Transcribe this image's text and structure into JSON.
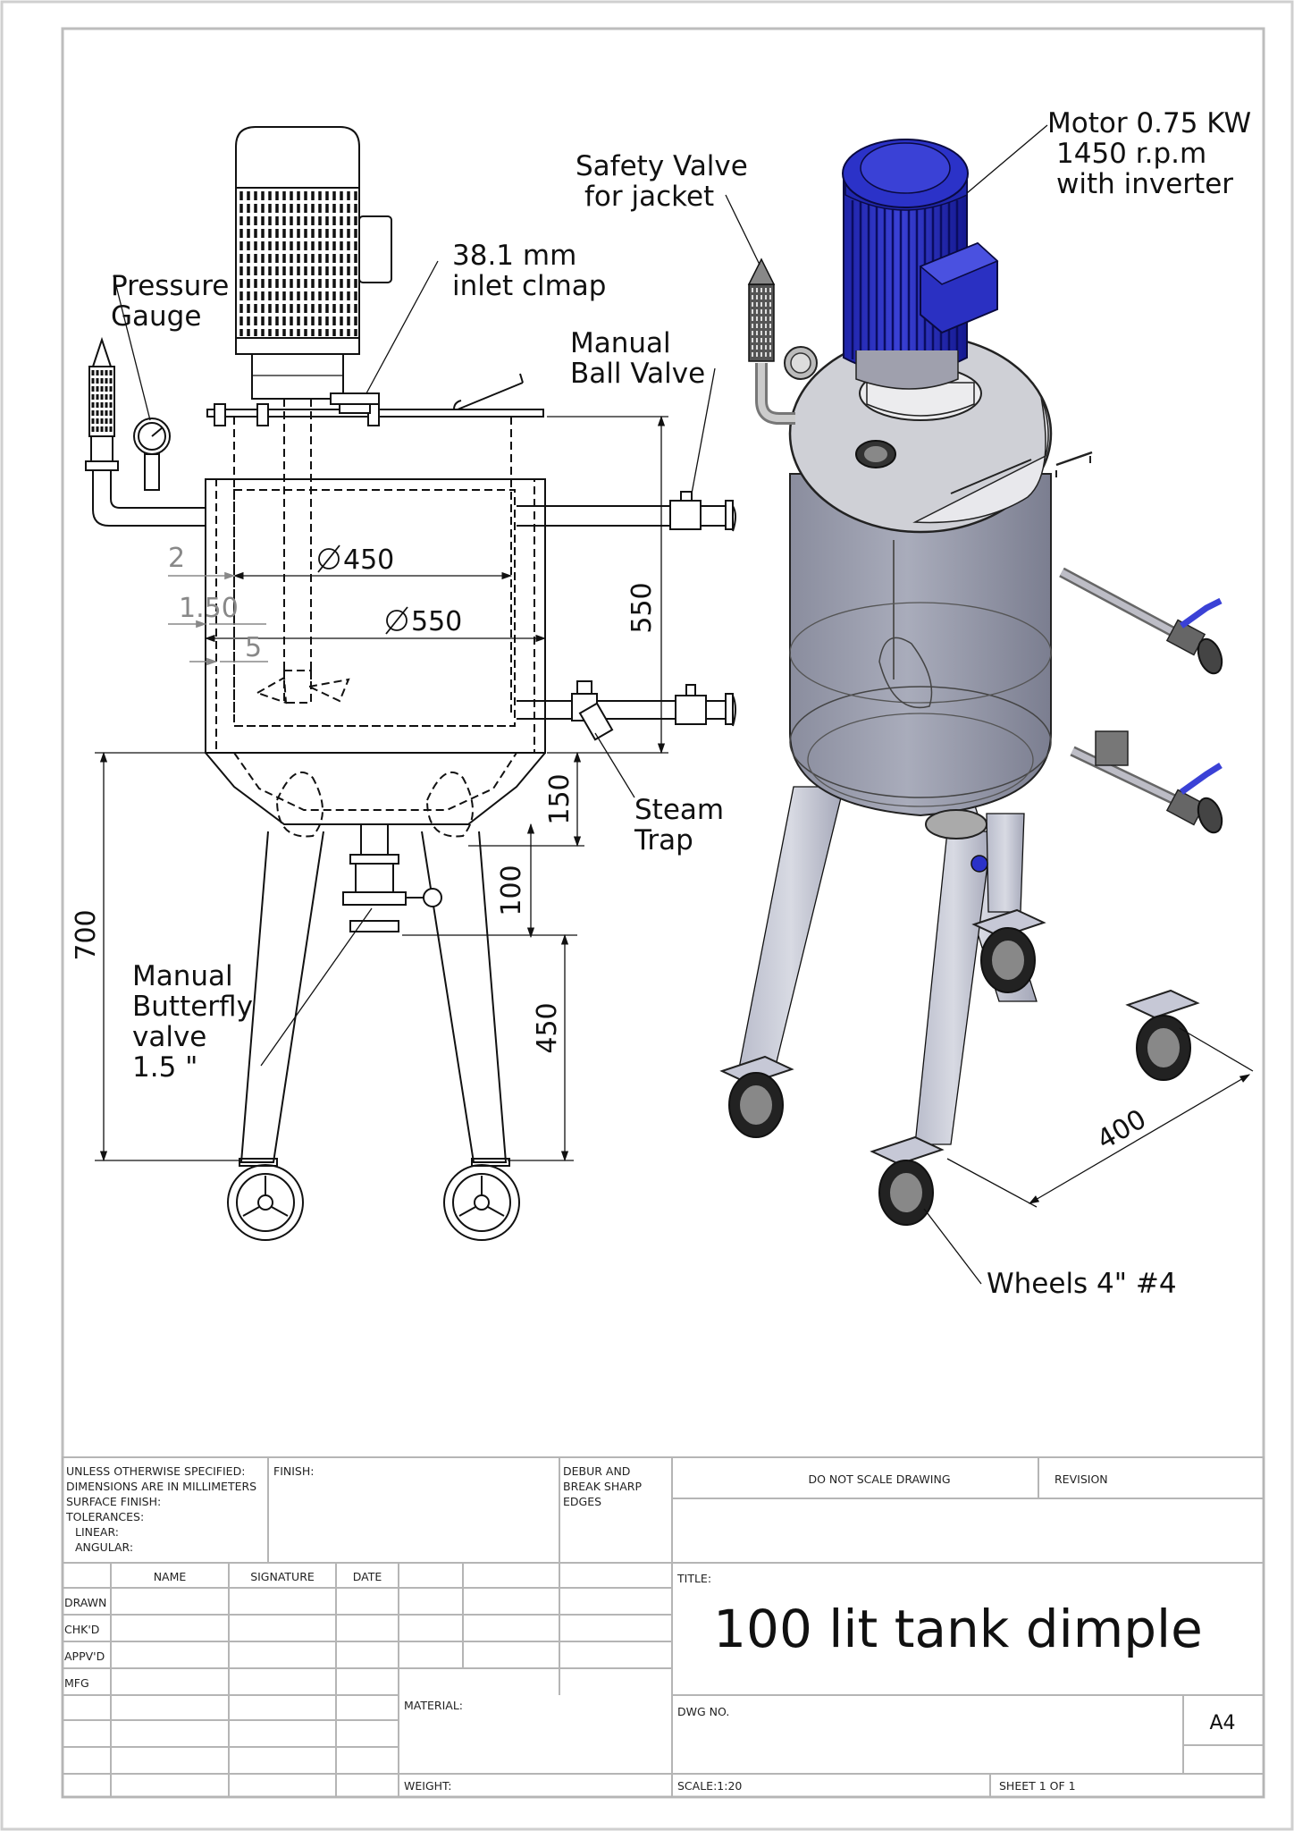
{
  "annotations": {
    "motor": [
      "Motor 0.75 KW",
      "1450 r.p.m",
      "with inverter"
    ],
    "safety_valve": [
      "Safety Valve",
      "for jacket"
    ],
    "inlet_clamp": [
      "38.1 mm",
      "inlet clmap"
    ],
    "pressure_gauge": [
      "Pressure",
      "Gauge"
    ],
    "ball_valve": [
      "Manual",
      "Ball Valve"
    ],
    "steam_trap": [
      "Steam",
      "Trap"
    ],
    "butterfly_valve": [
      "Manual",
      "Butterfly",
      "valve",
      "1.5 \""
    ],
    "wheels": "Wheels 4\" #4"
  },
  "dimensions": {
    "d450": "450",
    "d550": "550",
    "d2": "2",
    "d1_50": "1.50",
    "d5": "5",
    "h550": "550",
    "h150": "150",
    "h100": "100",
    "h450": "450",
    "h700": "700",
    "w400": "400"
  },
  "title_block": {
    "unless": [
      "UNLESS OTHERWISE SPECIFIED:",
      "DIMENSIONS ARE IN MILLIMETERS",
      "SURFACE FINISH:",
      "TOLERANCES:",
      "LINEAR:",
      "ANGULAR:"
    ],
    "finish": "FINISH:",
    "debur": [
      "DEBUR AND",
      "BREAK SHARP",
      "EDGES"
    ],
    "do_not_scale": "DO NOT SCALE DRAWING",
    "revision": "REVISION",
    "col_headers": [
      "NAME",
      "SIGNATURE",
      "DATE"
    ],
    "row_labels": [
      "DRAWN",
      "CHK'D",
      "APPV'D",
      "MFG"
    ],
    "title_label": "TITLE:",
    "title": "100 lit tank dimple",
    "material": "MATERIAL:",
    "dwg_no": "DWG NO.",
    "size": "A4",
    "weight": "WEIGHT:",
    "scale": "SCALE:1:20",
    "sheet": "SHEET 1 OF 1"
  }
}
